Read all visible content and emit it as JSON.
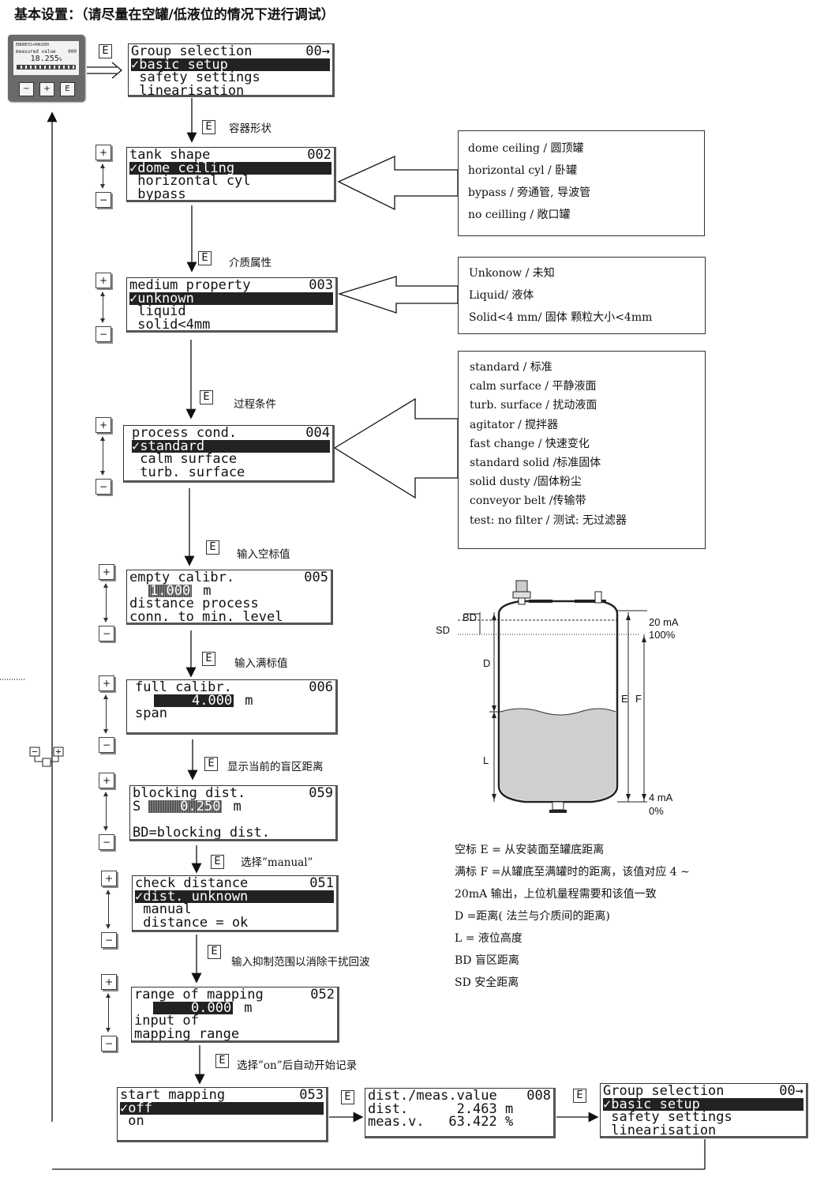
{
  "title": "基本设置：（请尽量在空罐/低液位的情况下进行调试）",
  "keys": {
    "enter": "E",
    "plus": "+",
    "minus": "−"
  },
  "device": {
    "brand": "ENDRESS+HAUSER",
    "line1_label": "measured value",
    "line1_code": "000",
    "value": "18.255",
    "unit": "%",
    "btn_minus": "−",
    "btn_plus": "+",
    "btn_e": "E"
  },
  "screens": {
    "s000": {
      "title": "Group selection",
      "code": "00→",
      "rows": [
        "✓basic setup",
        " safety settings",
        " linearisation"
      ]
    },
    "s002": {
      "title": "tank shape",
      "code": "002",
      "rows": [
        "✓dome ceiling",
        " horizontal cyl",
        " bypass"
      ]
    },
    "s003": {
      "title": "medium property",
      "code": "003",
      "rows": [
        "✓unknown",
        " liquid",
        " solid<4mm"
      ]
    },
    "s004": {
      "title": "process cond.",
      "code": "004",
      "rows": [
        "✓standard",
        " calm surface",
        " turb. surface"
      ]
    },
    "s005": {
      "title": "empty calibr.",
      "code": "005",
      "value": "1.000",
      "unit": "m",
      "rows": [
        "distance process",
        "conn. to min. level"
      ]
    },
    "s006": {
      "title": "full calibr.",
      "code": "006",
      "value": "4.000",
      "unit": "m",
      "rows": [
        "span"
      ]
    },
    "s059": {
      "title": "blocking dist.",
      "code": "059",
      "prefix": "S",
      "value": "0.250",
      "unit": "m",
      "rows": [
        "BD=blocking dist."
      ]
    },
    "s051": {
      "title": "check distance",
      "code": "051",
      "rows": [
        "✓dist. unknown",
        " manual",
        " distance = ok"
      ]
    },
    "s052": {
      "title": "range of mapping",
      "code": "052",
      "value": "0.000",
      "unit": "m",
      "rows": [
        "input of",
        "mapping range"
      ]
    },
    "s053": {
      "title": "start mapping",
      "code": "053",
      "rows": [
        "✓off",
        " on"
      ]
    },
    "s008": {
      "title": "dist./meas.value",
      "code": "008",
      "rows": [
        "dist.      2.463 m",
        "meas.v.   63.422 %"
      ]
    },
    "s000b": {
      "title": "Group selection",
      "code": "00→",
      "rows": [
        "✓basic setup",
        " safety settings",
        " linearisation"
      ]
    }
  },
  "steps": {
    "s002": "容器形状",
    "s003": "介质属性",
    "s004": "过程条件",
    "s005": "输入空标值",
    "s006": "输入满标值",
    "s059": "显示当前的盲区距离",
    "s051": "选择”manual”",
    "s052": "输入抑制范围以消除干扰回波",
    "s053": "选择”on”后自动开始记录"
  },
  "options": {
    "tank_shape": [
      "dome ceiling / 圆顶罐",
      "horizontal cyl / 卧罐",
      "bypass / 旁通管, 导波管",
      "no ceilling / 敞口罐"
    ],
    "medium": [
      "Unkonow / 未知",
      "Liquid/ 液体",
      "Solid<4 mm/ 固体 颗粒大小<4mm"
    ],
    "process": [
      "standard / 标准",
      "calm surface / 平静液面",
      " turb. surface / 扰动液面",
      " agitator / 搅拌器",
      " fast change / 快速变化",
      "standard solid /标准固体",
      "solid dusty /固体粉尘",
      "conveyor belt /传输带",
      " test: no filter / 测试:  无过滤器"
    ]
  },
  "tank": {
    "bd": "BD",
    "sd": "SD",
    "d": "D",
    "l": "L",
    "e": "E",
    "f": "F",
    "ma20": "20 mA",
    "pct100": "100%",
    "ma4": "4 mA",
    "pct0": "0%"
  },
  "legend": [
    "空标 E = 从安装面至罐底距离",
    "满标 F =从罐底至满罐时的距离，该值对应 4 ~",
    "20mA 输出，上位机量程需要和该值一致",
    "D =距离( 法兰与介质间的距离)",
    "L = 液位高度",
    "BD 盲区距离",
    "SD 安全距离"
  ]
}
